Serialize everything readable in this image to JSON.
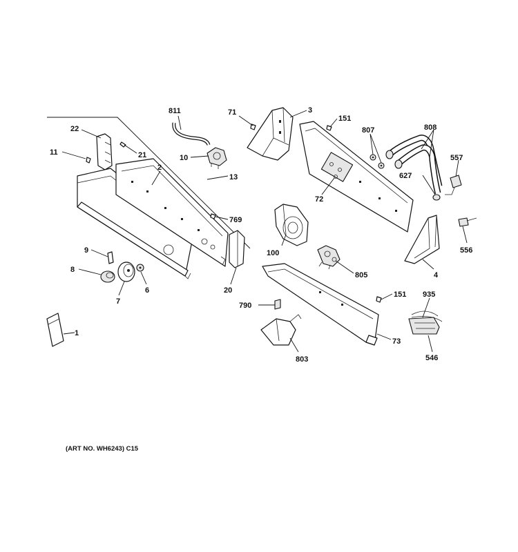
{
  "callouts": {
    "c811": "811",
    "c71": "71",
    "c3": "3",
    "c151a": "151",
    "c807": "807",
    "c808": "808",
    "c22": "22",
    "c21": "21",
    "c11": "11",
    "c10": "10",
    "c2": "2",
    "c13": "13",
    "c72": "72",
    "c627": "627",
    "c557": "557",
    "c769": "769",
    "c100": "100",
    "c556": "556",
    "c4": "4",
    "c9": "9",
    "c8": "8",
    "c7": "7",
    "c6": "6",
    "c805": "805",
    "c20": "20",
    "c151b": "151",
    "c935": "935",
    "c790": "790",
    "c1": "1",
    "c73": "73",
    "c803": "803",
    "c546": "546"
  },
  "art_number": "(ART NO. WH6243) C15"
}
